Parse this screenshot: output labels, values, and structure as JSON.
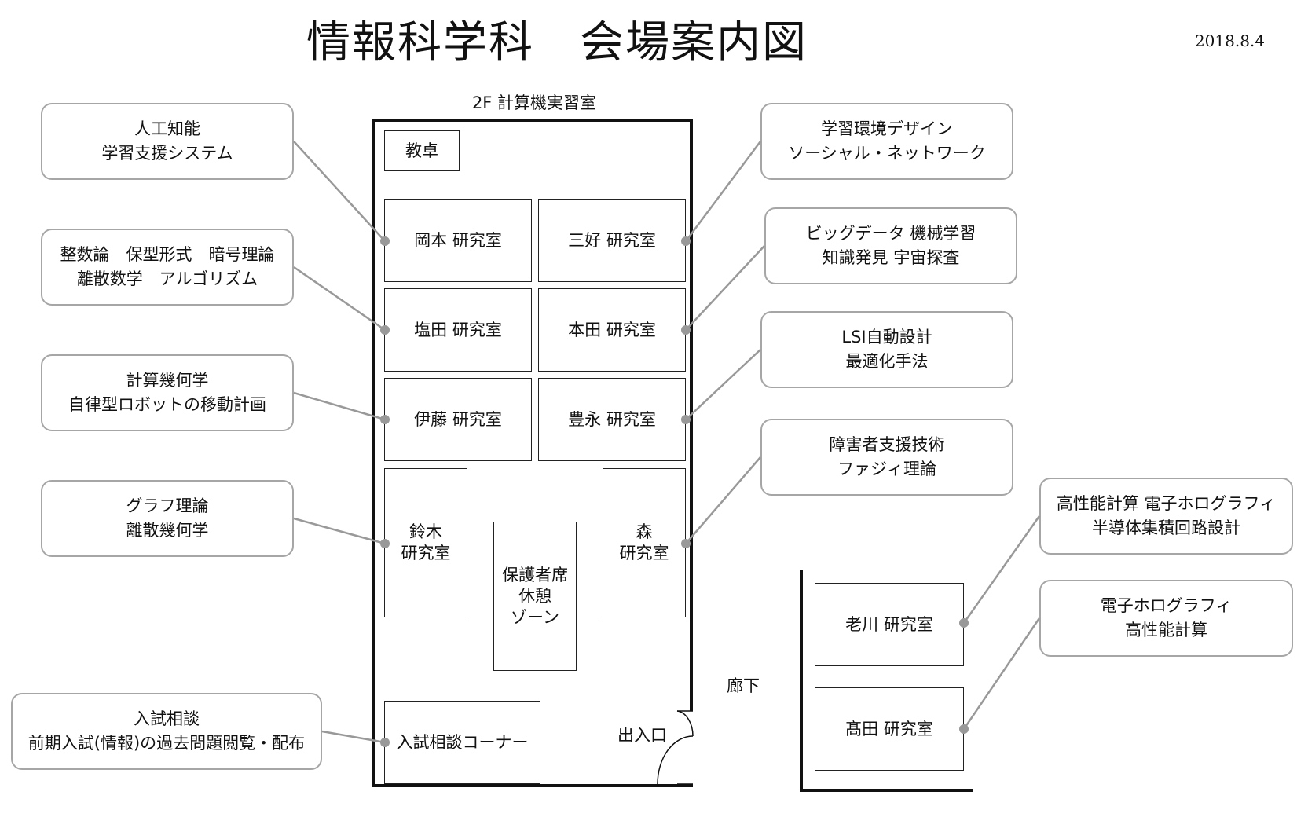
{
  "title": "情報科学科　会場案内図",
  "date": "2018.8.4",
  "room_caption": "2F 計算機実習室",
  "hallway_label": "廊下",
  "entrance_label": "出入口",
  "rooms": {
    "desk": "教卓",
    "okamoto": "岡本 研究室",
    "miyoshi": "三好 研究室",
    "shioda": "塩田 研究室",
    "honda": "本田 研究室",
    "ito": "伊藤 研究室",
    "toyonaga": "豊永 研究室",
    "suzuki": "鈴木\n研究室",
    "mori": "森\n研究室",
    "guardian": "保護者席\n休憩\nゾーン",
    "admission": "入試相談コーナー",
    "oikawa": "老川 研究室",
    "takada": "髙田 研究室"
  },
  "notes": {
    "okamoto": [
      "人工知能",
      "学習支援システム"
    ],
    "shioda": [
      "整数論　保型形式　暗号理論",
      "離散数学　アルゴリズム"
    ],
    "ito": [
      "計算幾何学",
      "自律型ロボットの移動計画"
    ],
    "suzuki": [
      "グラフ理論",
      "離散幾何学"
    ],
    "admission": [
      "入試相談",
      "前期入試(情報)の過去問題閲覧・配布"
    ],
    "miyoshi": [
      "学習環境デザイン",
      "ソーシャル・ネットワーク"
    ],
    "honda": [
      "ビッグデータ 機械学習",
      "知識発見 宇宙探査"
    ],
    "toyonaga": [
      "LSI自動設計",
      "最適化手法"
    ],
    "mori": [
      "障害者支援技術",
      "ファジィ理論"
    ],
    "oikawa": [
      "高性能計算 電子ホログラフィ",
      "半導体集積回路設計"
    ],
    "takada": [
      "電子ホログラフィ",
      "高性能計算"
    ]
  },
  "colors": {
    "room_border": "#222222",
    "note_border": "#a6a6a6",
    "connector": "#999999"
  }
}
